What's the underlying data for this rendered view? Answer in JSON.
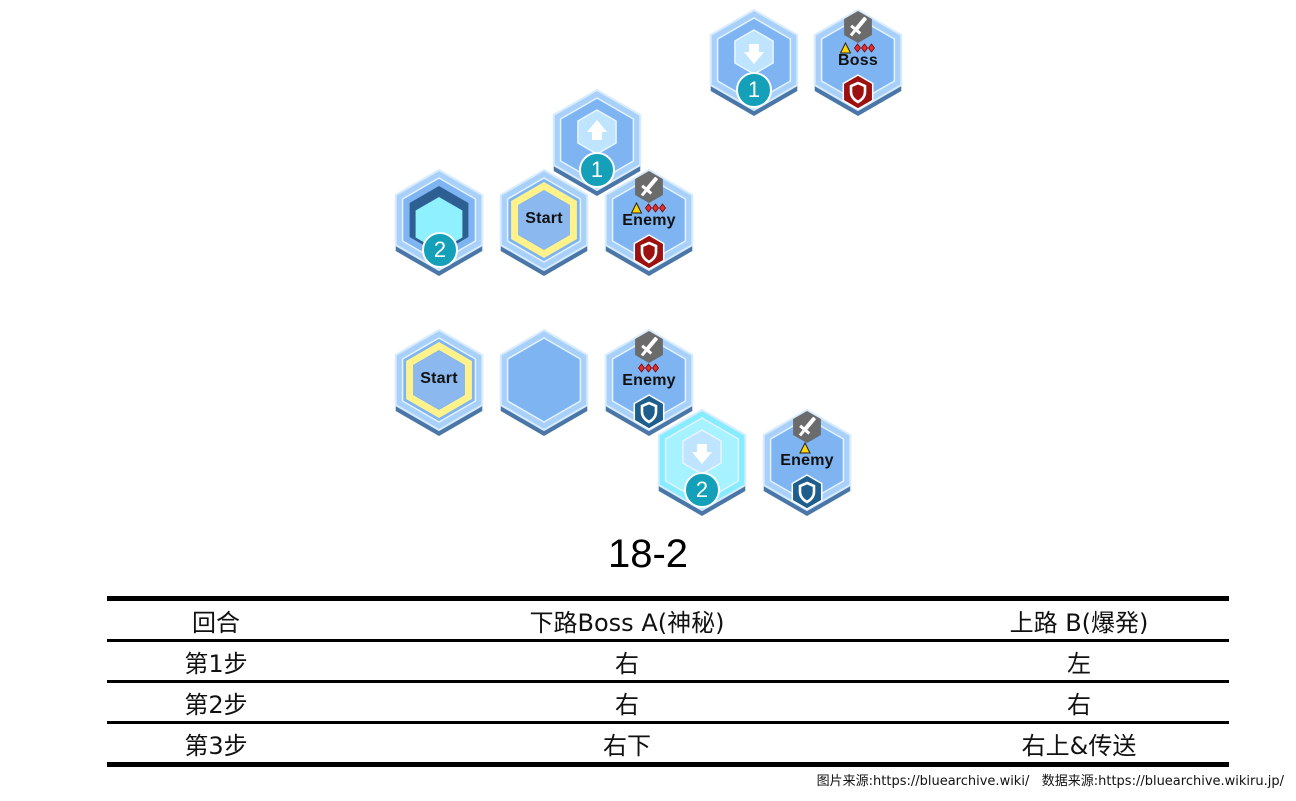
{
  "map": {
    "tiles": [
      {
        "id": "t-teleport-top",
        "kind": "teleport",
        "arrow": "down",
        "number": "1"
      },
      {
        "id": "t-boss",
        "kind": "enemy",
        "label": "Boss",
        "warn": true,
        "danger": "3",
        "shield": "red"
      },
      {
        "id": "t-teleport-up",
        "kind": "teleport",
        "arrow": "up",
        "number": "1"
      },
      {
        "id": "t-upper-left",
        "kind": "portal",
        "number": "2"
      },
      {
        "id": "t-upper-start",
        "kind": "start",
        "label": "Start"
      },
      {
        "id": "t-upper-enemy",
        "kind": "enemy",
        "label": "Enemy",
        "warn": true,
        "danger": "3",
        "shield": "red"
      },
      {
        "id": "t-lower-start",
        "kind": "start",
        "label": "Start"
      },
      {
        "id": "t-lower-empty",
        "kind": "empty"
      },
      {
        "id": "t-lower-enemy1",
        "kind": "enemy",
        "label": "Enemy",
        "warn": false,
        "danger": "3",
        "shield": "blue"
      },
      {
        "id": "t-lower-teleport",
        "kind": "teleport-active",
        "arrow": "down",
        "number": "2"
      },
      {
        "id": "t-lower-enemy2",
        "kind": "enemy",
        "label": "Enemy",
        "warn": true,
        "danger": "0",
        "shield": "blue"
      }
    ]
  },
  "stage_title": "18-2",
  "table": {
    "headers": [
      "回合",
      "下路Boss A(神秘)",
      "上路 B(爆発)"
    ],
    "rows": [
      [
        "第1步",
        "右",
        "左"
      ],
      [
        "第2步",
        "右",
        "右"
      ],
      [
        "第3步",
        "右下",
        "右上&传送"
      ]
    ]
  },
  "credit": "图片来源:https://bluearchive.wiki/   数据来源:https://bluearchive.wikiru.jp/",
  "colors": {
    "tile_light": "#a8d0f8",
    "tile_mid": "#7fb4f2",
    "tile_edge": "#4a76a8",
    "start_ring": "#fff28a",
    "teleport_active": "#86ecff",
    "number_badge": "#14a0b8",
    "shield_red": "#9c1010",
    "shield_blue": "#1d5e8c",
    "sword_badge": "#6b6b6b"
  }
}
